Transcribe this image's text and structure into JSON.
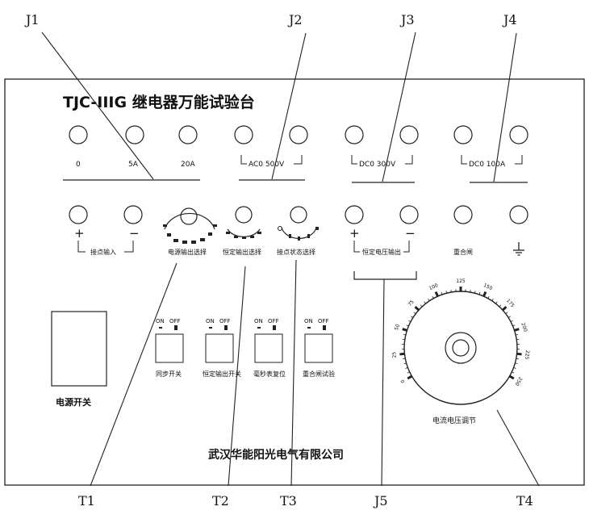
{
  "panel": {
    "title": "TJC-IIIG 继电器万能试验台",
    "manufacturer": "武汉华能阳光电气有限公司",
    "power_switch_label": "电源开关"
  },
  "callouts": {
    "J1": "J1",
    "J2": "J2",
    "J3": "J3",
    "J4": "J4",
    "J5": "J5",
    "T1": "T1",
    "T2": "T2",
    "T3": "T3",
    "T4": "T4"
  },
  "row1": {
    "t0": "0",
    "t5a": "5A",
    "t20a": "20A",
    "ac_range": "AC0  500V",
    "dc_range": "DC0  300V",
    "dc_current_range": "DC0  100A"
  },
  "row2": {
    "plus": "+",
    "minus": "−",
    "plus2": "+",
    "minus2": "−",
    "contact_input": "接点输入",
    "power_output_select": "电源输出选择",
    "const_output_select": "恒定输出选择",
    "contact_state_select": "接点状态选择",
    "const_voltage_output": "恒定电压输出",
    "reclose": "重合闸"
  },
  "switches": {
    "on": "ON",
    "off": "OFF",
    "sync": "同步开关",
    "const_output_switch": "恒定输出开关",
    "ms_meter_reset": "毫秒表复位",
    "reclose_test": "重合闸试验"
  },
  "dial": {
    "label": "电流电压调节",
    "ticks": [
      "0",
      "25",
      "50",
      "75",
      "100",
      "125",
      "150",
      "175",
      "200",
      "225",
      "250"
    ]
  }
}
